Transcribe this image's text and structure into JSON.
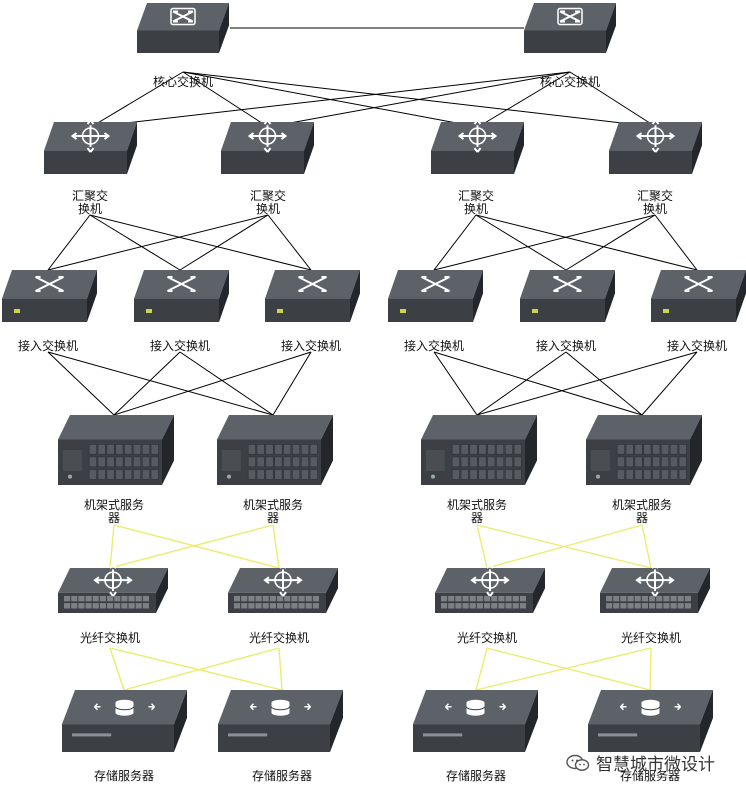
{
  "labels": {
    "core": "核心交换机",
    "agg_line1": "汇聚交",
    "agg_line2": "换机",
    "access": "接入交换机",
    "rack_line1": "机架式服务",
    "rack_line2": "器",
    "fiber": "光纤交换机",
    "storage": "存储服务器"
  },
  "watermark": {
    "text": "智慧城市微设计"
  },
  "colors": {
    "device_body": "#3c4045",
    "device_side": "#23262a",
    "device_top": "#5d6268",
    "network_link": "#000000",
    "san_link": "#ecec70"
  },
  "icons": {
    "core": "core-switch-icon",
    "aggregation": "aggregation-switch-icon",
    "access": "access-switch-icon",
    "rack": "rack-server-icon",
    "fiber": "fiber-switch-icon",
    "storage": "storage-server-icon"
  }
}
